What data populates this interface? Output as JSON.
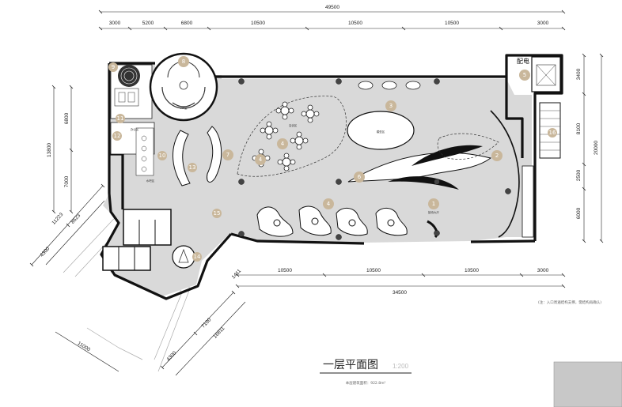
{
  "title": "一层平面图",
  "scale": "1:200",
  "subtitle": "本层建筑面积：922.8m²",
  "note": "(注：入口周遍结构支撑，需结构再确认)",
  "electrical_room_label": "配电",
  "dims": {
    "top_total": "49500",
    "top_segments": [
      "3000",
      "5200",
      "6800",
      "10500",
      "10500",
      "10500",
      "3000"
    ],
    "bottom_total": "34500",
    "bottom_segments": [
      "10500",
      "10500",
      "10500",
      "3000"
    ],
    "left_total": "13800",
    "left_segments": [
      "6800",
      "7000"
    ],
    "left_diag": [
      "11223",
      "8623",
      "4300"
    ],
    "right_total": "20000",
    "right_segments": [
      "3400",
      "8100",
      "2500",
      "6000"
    ],
    "lower_diag": [
      "7100",
      "16811",
      "4300",
      "1411"
    ],
    "bottom_left_diag": "11000"
  },
  "markers": [
    "1",
    "2",
    "3",
    "4",
    "4",
    "4",
    "5",
    "6",
    "7",
    "8",
    "9",
    "10",
    "11",
    "12",
    "13",
    "14",
    "15",
    "16"
  ],
  "room_labels": {
    "reception": "接待大厅",
    "negotiation": "洽谈区",
    "model": "模型区",
    "water_bar": "水吧区",
    "vip": "VIP室",
    "office": "办公区"
  }
}
